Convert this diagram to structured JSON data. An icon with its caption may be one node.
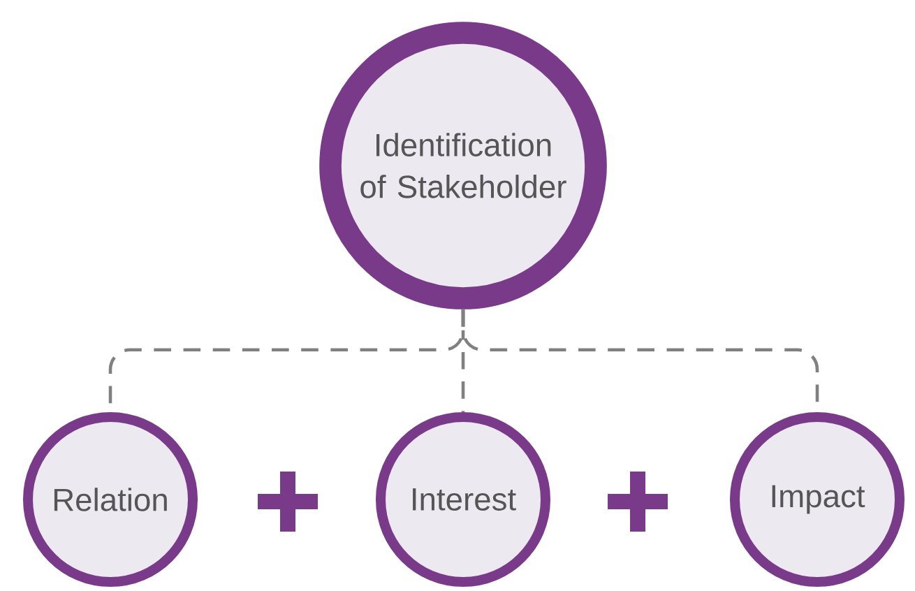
{
  "diagram": {
    "nodes": [
      {
        "text": [
          "Identification of Stakeholder"
        ]
      },
      {
        "text": [
          "Relation"
        ]
      },
      {
        "text": [
          "Interest"
        ]
      },
      {
        "text": [
          "Impact"
        ]
      }
    ],
    "edges": [
      {
        "from": 0,
        "to": 1,
        "arrow": "none",
        "style": "dashed"
      },
      {
        "from": 0,
        "to": 2,
        "arrow": "none",
        "style": "dashed"
      },
      {
        "from": 0,
        "to": 3,
        "arrow": "none",
        "style": "dashed"
      }
    ]
  }
}
